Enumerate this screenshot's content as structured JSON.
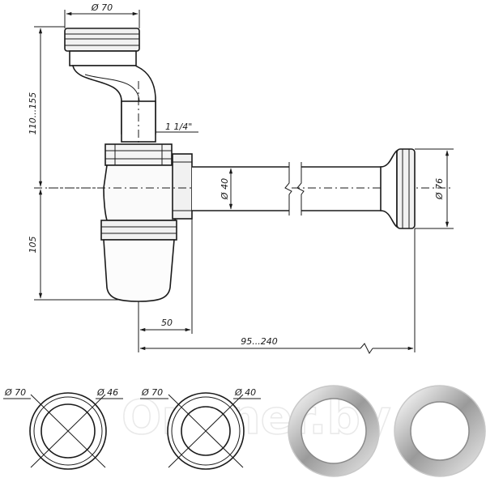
{
  "drawing": {
    "dimensions": {
      "top_diameter": "Ø 70",
      "inlet_height": "110...155",
      "thread": "1 1/4\"",
      "pipe_diameter": "Ø 40",
      "outlet_diameter": "Ø 76",
      "bowl_height": "105",
      "offset": "50",
      "pipe_length": "95...240"
    },
    "rings": [
      {
        "outer": "Ø 70",
        "inner": "Ø 46"
      },
      {
        "outer": "Ø 70",
        "inner": "Ø 40"
      }
    ],
    "watermark": "Onliner.by"
  },
  "colors": {
    "line": "#1a1a1a",
    "watermark": "#e9e9e9"
  }
}
